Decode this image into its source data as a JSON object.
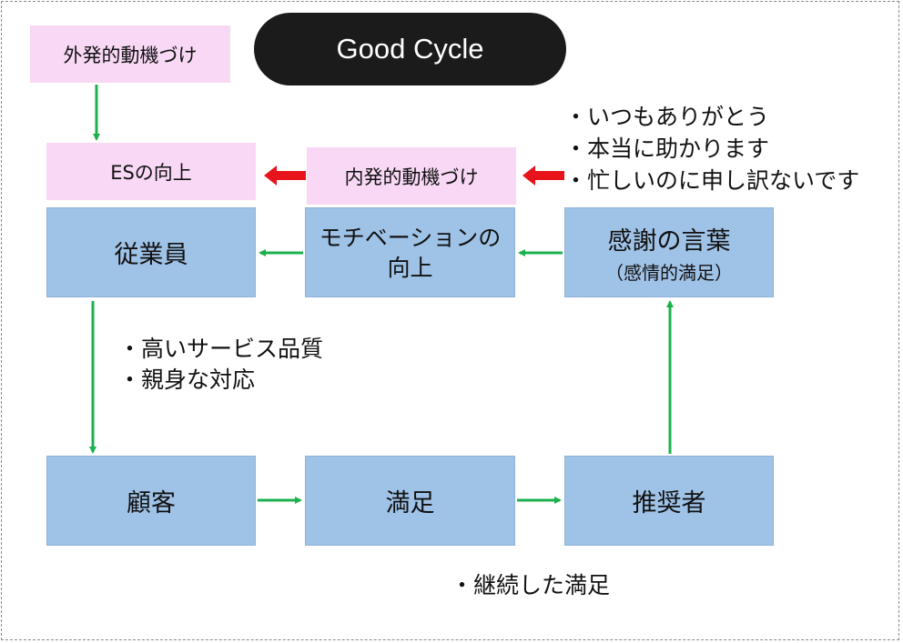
{
  "title": "Good Cycle",
  "boxes": {
    "extrinsic_motivation": "外発的動機づけ",
    "es_improvement": "ESの向上",
    "intrinsic_motivation": "内発的動機づけ",
    "employees": "従業員",
    "motivation_improvement": [
      "モチベーションの",
      "向上"
    ],
    "gratitude_words": "感謝の言葉",
    "gratitude_sub": "（感情的満足）",
    "customers": "顧客",
    "satisfaction": "満足",
    "recommender": "推奨者"
  },
  "notes": {
    "thanks": [
      "・いつもありがとう",
      "・本当に助かります",
      "・忙しいのに申し訳ないです"
    ],
    "service": [
      "・高いサービス品質",
      "・親身な対応"
    ],
    "continued": [
      "・継続した満足"
    ]
  },
  "colors": {
    "pink_box": "#f8d8f4",
    "blue_box": "#9fc2e7",
    "green_arrow": "#1cb04e",
    "red_arrow": "#e8141c",
    "title_bg": "#1b1b1b"
  }
}
